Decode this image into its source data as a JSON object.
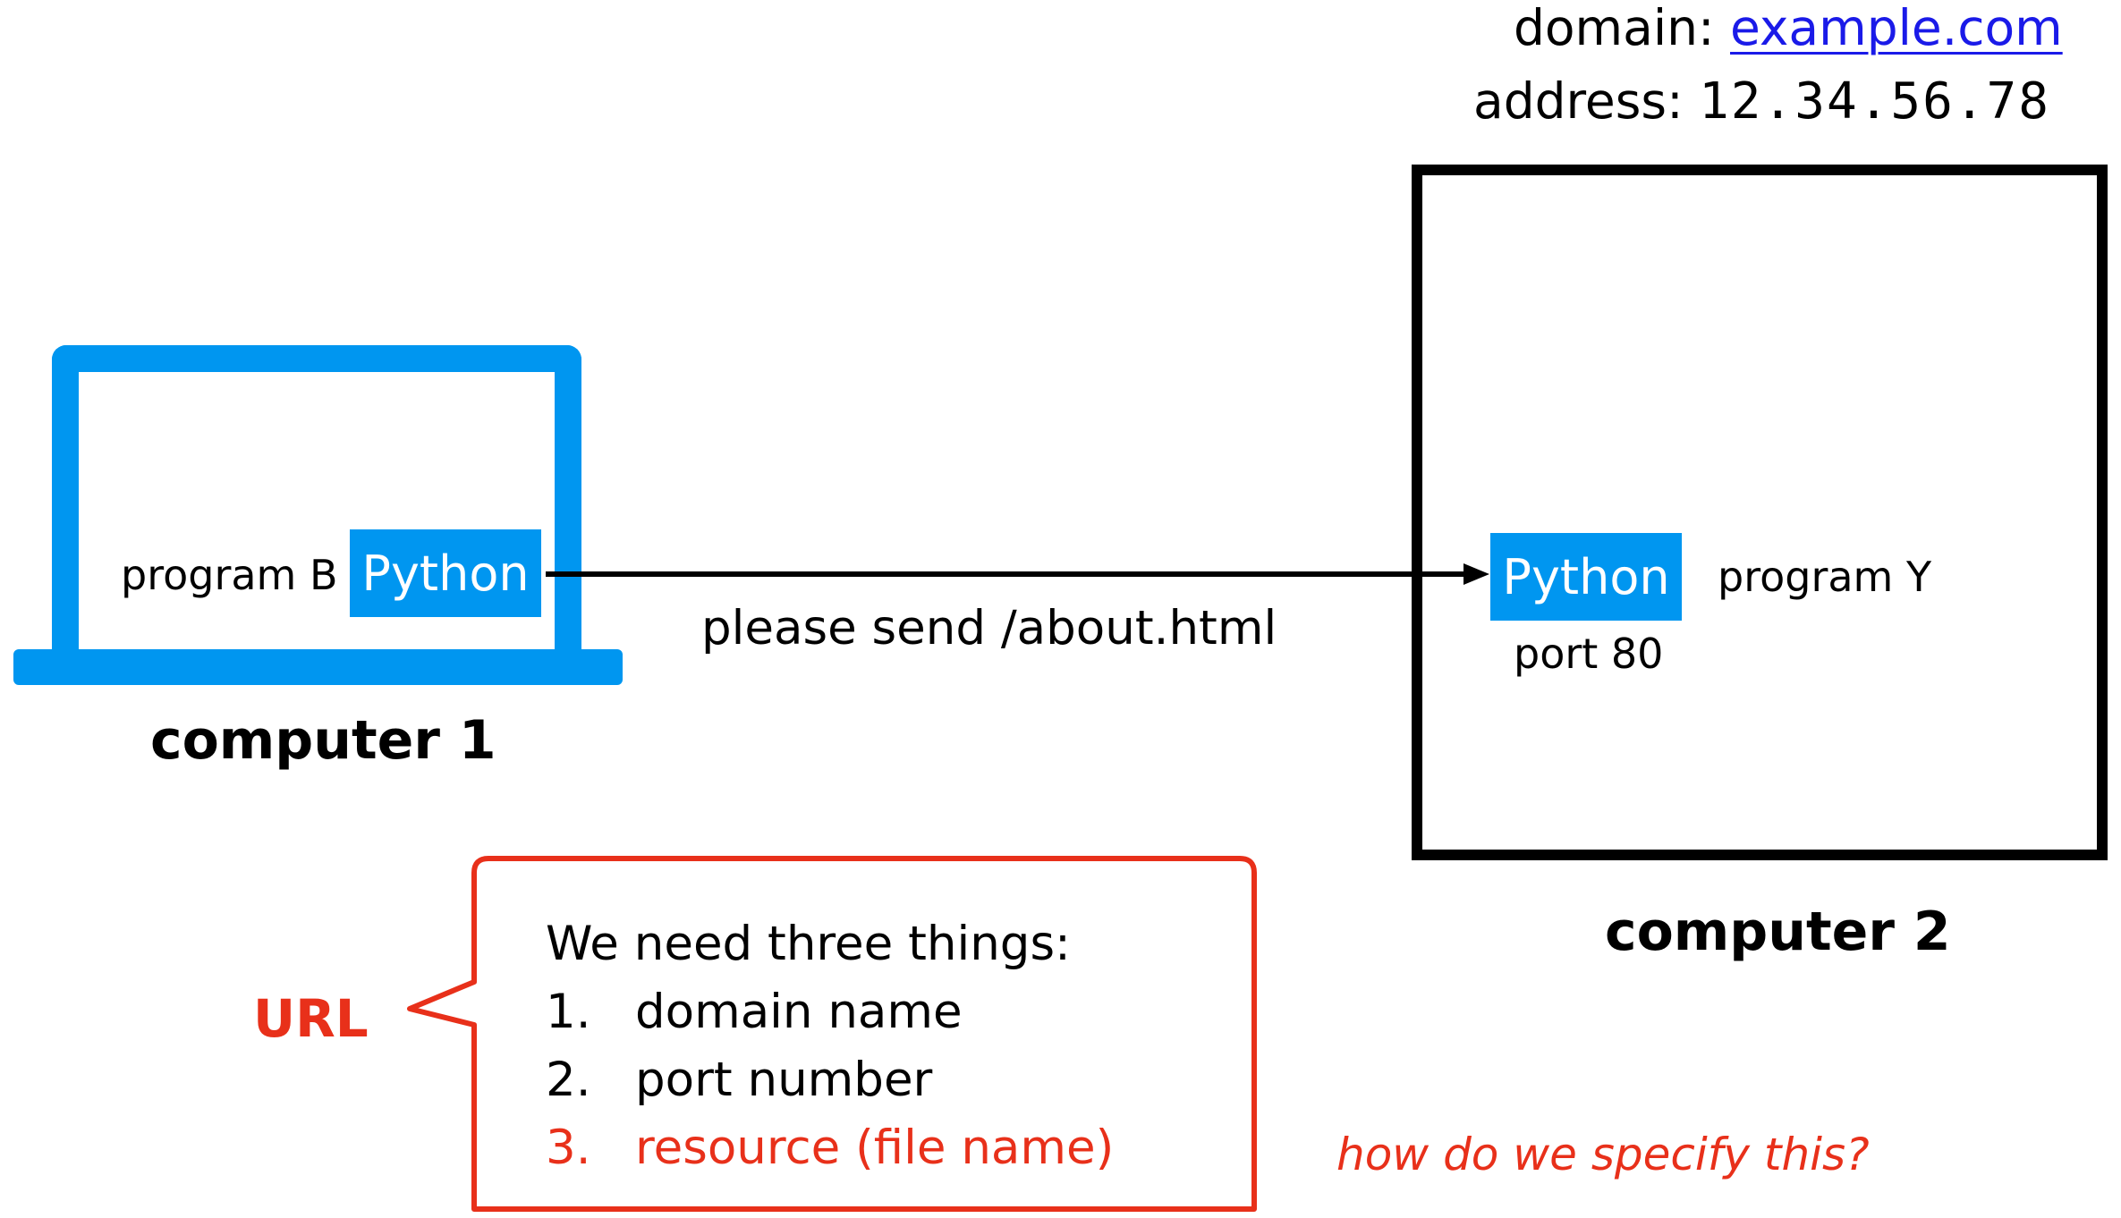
{
  "server": {
    "domain_label": "domain:",
    "domain_value": "example.com",
    "address_label": "address:",
    "address_value": "12.34.56.78",
    "python_label": "Python",
    "program_label": "program Y",
    "port_label": "port 80",
    "caption": "computer 2"
  },
  "client": {
    "program_label": "program B",
    "python_label": "Python",
    "caption": "computer 1"
  },
  "request": {
    "message": "please send /about.html"
  },
  "callout": {
    "tag": "URL",
    "heading": "We need three things:",
    "items": [
      {
        "num": "1.",
        "text": "domain name"
      },
      {
        "num": "2.",
        "text": "port number"
      },
      {
        "num": "3.",
        "text": "resource (file name)"
      }
    ]
  },
  "question": "how do we specify this?",
  "colors": {
    "python_blue": "#0096f0",
    "accent_red": "#e8301a",
    "link_blue": "#1a1ae8"
  }
}
